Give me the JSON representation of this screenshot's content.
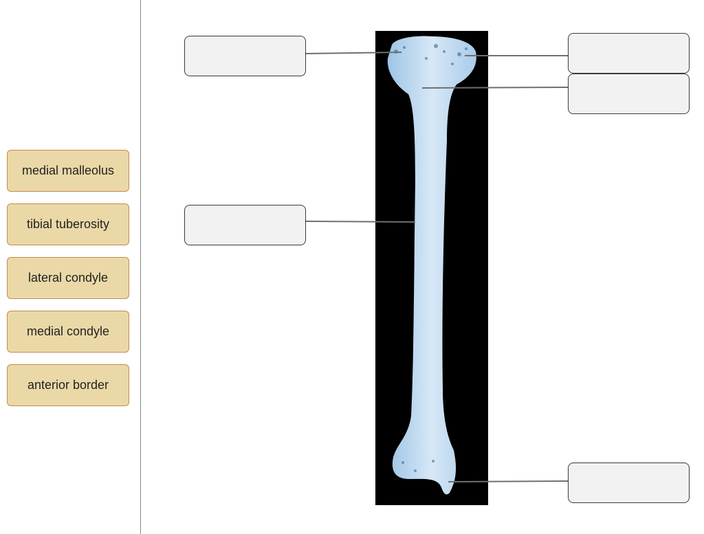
{
  "label_bank": [
    {
      "id": "chip-medial-malleolus",
      "text": "medial malleolus"
    },
    {
      "id": "chip-tibial-tuberosity",
      "text": "tibial tuberosity"
    },
    {
      "id": "chip-lateral-condyle",
      "text": "lateral condyle"
    },
    {
      "id": "chip-medial-condyle",
      "text": "medial condyle"
    },
    {
      "id": "chip-anterior-border",
      "text": "anterior border"
    }
  ],
  "drop_targets": [
    {
      "id": "dz1",
      "value": ""
    },
    {
      "id": "dz2",
      "value": ""
    },
    {
      "id": "dz3",
      "value": ""
    },
    {
      "id": "dz4",
      "value": ""
    },
    {
      "id": "dz5",
      "value": ""
    }
  ],
  "colors": {
    "chip_fill": "#ead9a7",
    "chip_border": "#c48a4f",
    "bone": "#b8d4ec",
    "image_bg": "#000000",
    "leader_line": "#6f6f6f"
  }
}
